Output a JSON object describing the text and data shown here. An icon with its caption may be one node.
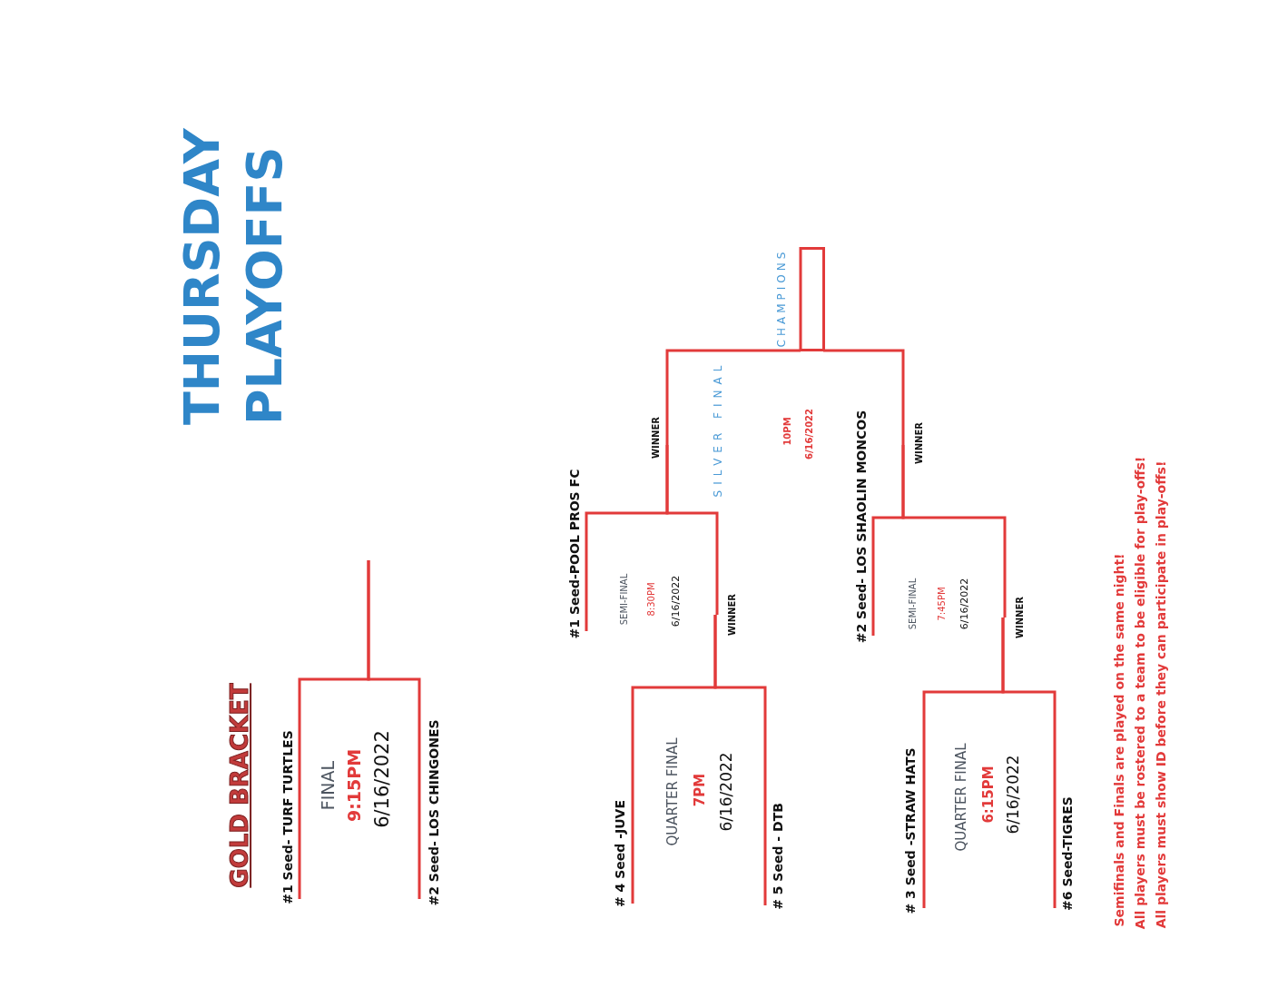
{
  "diagram": {
    "title": "THURSDAY PLAYOFFS",
    "nodes": [
      {
        "text": [
          "#1 Seed- TURF TURTLES"
        ]
      },
      {
        "text": [
          "#2 Seed- LOS CHINGONES"
        ]
      },
      {
        "text": [
          "#1 Seed-POOL PROS FC"
        ]
      },
      {
        "text": [
          "WINNER"
        ]
      },
      {
        "text": [
          "CHAMPIONS"
        ]
      },
      {
        "text": [
          "# 4 Seed -JUVE"
        ]
      },
      {
        "text": [
          "WINNER"
        ]
      },
      {
        "text": [
          "# 5 Seed - DTB"
        ]
      },
      {
        "text": [
          "#2  Seed- LOS SHAOLIN MONCOS"
        ]
      },
      {
        "text": [
          "WINNER"
        ]
      },
      {
        "text": [
          "# 3 Seed -STRAW HATS"
        ]
      },
      {
        "text": [
          "WINNER"
        ]
      },
      {
        "text": [
          "#6 Seed-TIGRES"
        ]
      }
    ],
    "edges": [
      {
        "from": 0,
        "to": null,
        "arrow": "none"
      },
      {
        "from": 1,
        "to": null,
        "arrow": "none"
      },
      {
        "from": 2,
        "to": 3,
        "arrow": "none"
      },
      {
        "from": 6,
        "to": 3,
        "arrow": "none"
      },
      {
        "from": 5,
        "to": 6,
        "arrow": "none"
      },
      {
        "from": 7,
        "to": 6,
        "arrow": "none"
      },
      {
        "from": 3,
        "to": 4,
        "arrow": "none"
      },
      {
        "from": 9,
        "to": 4,
        "arrow": "none"
      },
      {
        "from": 8,
        "to": 9,
        "arrow": "none"
      },
      {
        "from": 11,
        "to": 9,
        "arrow": "none"
      },
      {
        "from": 10,
        "to": 11,
        "arrow": "none"
      },
      {
        "from": 12,
        "to": 11,
        "arrow": "none"
      }
    ],
    "labels": [
      "GOLD BRACKET",
      "FINAL",
      "9:15PM",
      "6/16/2022",
      "SEMI-FINAL",
      "8:30PM",
      "6/16/2022",
      "QUARTER FINAL",
      "7PM",
      "6/16/2022",
      "SILVER FINAL",
      "10PM",
      "6/16/2022",
      "SEMI-FINAL",
      "7:45PM",
      "6/16/2022",
      "QUARTER FINAL",
      "6:15PM",
      "6/16/2022",
      "Semifinals and Finals are played on the same night!",
      "All players must be rostered to a team to be eligible for play-offs!",
      "All players must show ID before they can participate in play-offs!"
    ]
  }
}
